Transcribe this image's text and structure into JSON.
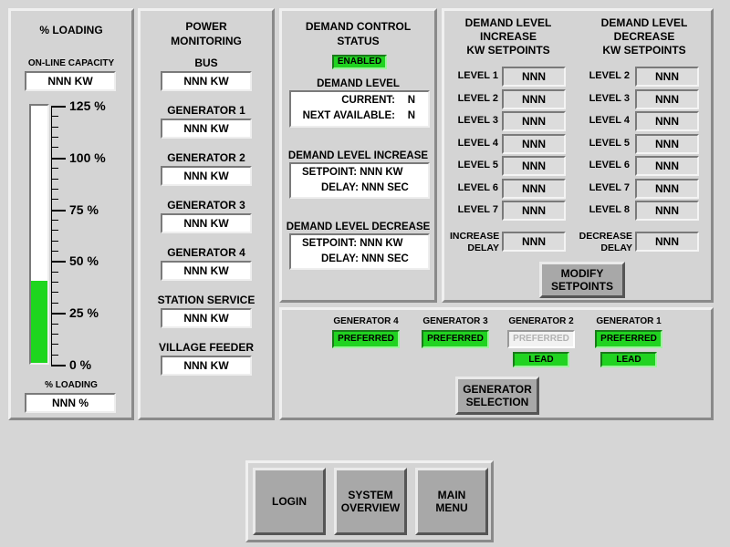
{
  "loading": {
    "title": "% LOADING",
    "capacity_label": "ON-LINE CAPACITY",
    "capacity_value": "NNN KW",
    "fill_percent": 32,
    "ticks": [
      "125 %",
      "100 %",
      "75 %",
      "50 %",
      "25 %",
      "0 %"
    ],
    "bottom_label": "% LOADING",
    "bottom_value": "NNN %",
    "fill_color": "#1ed61e"
  },
  "power": {
    "title_line1": "POWER",
    "title_line2": "MONITORING",
    "items": [
      {
        "label": "BUS",
        "value": "NNN KW"
      },
      {
        "label": "GENERATOR 1",
        "value": "NNN KW"
      },
      {
        "label": "GENERATOR 2",
        "value": "NNN KW"
      },
      {
        "label": "GENERATOR 3",
        "value": "NNN KW"
      },
      {
        "label": "GENERATOR 4",
        "value": "NNN KW"
      },
      {
        "label": "STATION SERVICE",
        "value": "NNN KW"
      },
      {
        "label": "VILLAGE FEEDER",
        "value": "NNN KW"
      }
    ]
  },
  "demand": {
    "title_line1": "DEMAND CONTROL",
    "title_line2": "STATUS",
    "status": "ENABLED",
    "level_title": "DEMAND LEVEL",
    "current_label": "CURRENT:",
    "current_value": "N",
    "next_label": "NEXT AVAILABLE:",
    "next_value": "N",
    "increase_title": "DEMAND LEVEL INCREASE",
    "increase_setpoint": "SETPOINT: NNN KW",
    "increase_delay": "DELAY: NNN SEC",
    "decrease_title": "DEMAND LEVEL DECREASE",
    "decrease_setpoint": "SETPOINT: NNN KW",
    "decrease_delay": "DELAY: NNN SEC"
  },
  "setpoints": {
    "inc_title_1": "DEMAND LEVEL",
    "inc_title_2": "INCREASE",
    "inc_title_3": "KW SETPOINTS",
    "dec_title_1": "DEMAND LEVEL",
    "dec_title_2": "DECREASE",
    "dec_title_3": "KW SETPOINTS",
    "increase": [
      {
        "label": "LEVEL 1",
        "value": "NNN"
      },
      {
        "label": "LEVEL 2",
        "value": "NNN"
      },
      {
        "label": "LEVEL 3",
        "value": "NNN"
      },
      {
        "label": "LEVEL 4",
        "value": "NNN"
      },
      {
        "label": "LEVEL 5",
        "value": "NNN"
      },
      {
        "label": "LEVEL 6",
        "value": "NNN"
      },
      {
        "label": "LEVEL 7",
        "value": "NNN"
      }
    ],
    "decrease": [
      {
        "label": "LEVEL 2",
        "value": "NNN"
      },
      {
        "label": "LEVEL 3",
        "value": "NNN"
      },
      {
        "label": "LEVEL 4",
        "value": "NNN"
      },
      {
        "label": "LEVEL 5",
        "value": "NNN"
      },
      {
        "label": "LEVEL 6",
        "value": "NNN"
      },
      {
        "label": "LEVEL 7",
        "value": "NNN"
      },
      {
        "label": "LEVEL 8",
        "value": "NNN"
      }
    ],
    "inc_delay_label_1": "INCREASE",
    "inc_delay_label_2": "DELAY",
    "inc_delay_value": "NNN",
    "dec_delay_label_1": "DECREASE",
    "dec_delay_label_2": "DELAY",
    "dec_delay_value": "NNN",
    "modify_line1": "MODIFY",
    "modify_line2": "SETPOINTS"
  },
  "generators": {
    "units": [
      {
        "name": "GENERATOR 4",
        "preferred": "PREFERRED",
        "preferred_active": true,
        "lead": ""
      },
      {
        "name": "GENERATOR 3",
        "preferred": "PREFERRED",
        "preferred_active": true,
        "lead": ""
      },
      {
        "name": "GENERATOR 2",
        "preferred": "PREFERRED",
        "preferred_active": false,
        "lead": "LEAD"
      },
      {
        "name": "GENERATOR 1",
        "preferred": "PREFERRED",
        "preferred_active": true,
        "lead": "LEAD"
      }
    ],
    "selection_line1": "GENERATOR",
    "selection_line2": "SELECTION"
  },
  "nav": {
    "login": "LOGIN",
    "overview_line1": "SYSTEM",
    "overview_line2": "OVERVIEW",
    "menu_line1": "MAIN",
    "menu_line2": "MENU"
  },
  "colors": {
    "active_green": "#21d321",
    "background": "#d6d6d6"
  }
}
